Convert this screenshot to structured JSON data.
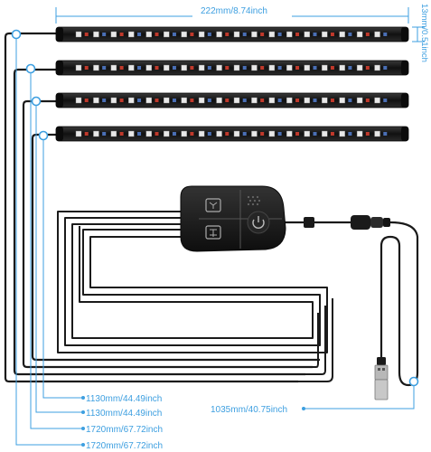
{
  "dimensions": {
    "strip_width": "222mm/8.74inch",
    "strip_height": "13mm/0.51inch",
    "usb_cable": "1035mm/40.75inch",
    "cable_lengths": [
      "1130mm/44.49inch",
      "1130mm/44.49inch",
      "1720mm/67.72inch",
      "1720mm/67.72inch"
    ]
  },
  "colors": {
    "dimension_line": "#3d9fe0",
    "strip_body": "#1a1a1a",
    "cable": "#1a1a1a",
    "controller": "#1c1c1c",
    "led_red": "#c0392b",
    "led_blue": "#4a6fb5",
    "led_white": "#e8e8e8"
  },
  "controller": {
    "icons": [
      "music-note-icon",
      "mode-icon",
      "mic-icon",
      "power-icon"
    ]
  }
}
